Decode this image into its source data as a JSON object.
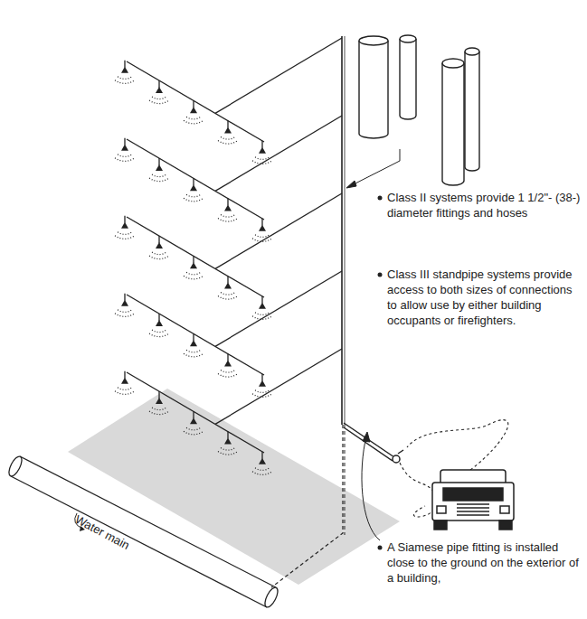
{
  "diagram": {
    "labels": [
      "Class II systems provide 1 1/2\"- (38-) diameter fittings and hoses",
      "Class III standpipe systems provide access to both sizes of connections to allow use by either building occupants or firefighters.",
      "Water main",
      "A Siamese pipe fitting is installed close to the ground on the exterior of a building,"
    ]
  }
}
